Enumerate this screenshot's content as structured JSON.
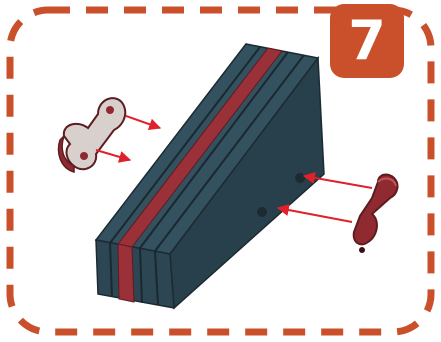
{
  "step": {
    "number": "7"
  },
  "colors": {
    "accent": "#c9502b",
    "frame": "#c9502b",
    "block_body": "#2f4a57",
    "block_stripe": "#9a3038",
    "bracket": "#8f2a30",
    "arrow": "#e0202a"
  },
  "illustration": {
    "block": "battery-block",
    "brackets": [
      "left-bracket",
      "right-bracket"
    ],
    "arrows": 4
  }
}
